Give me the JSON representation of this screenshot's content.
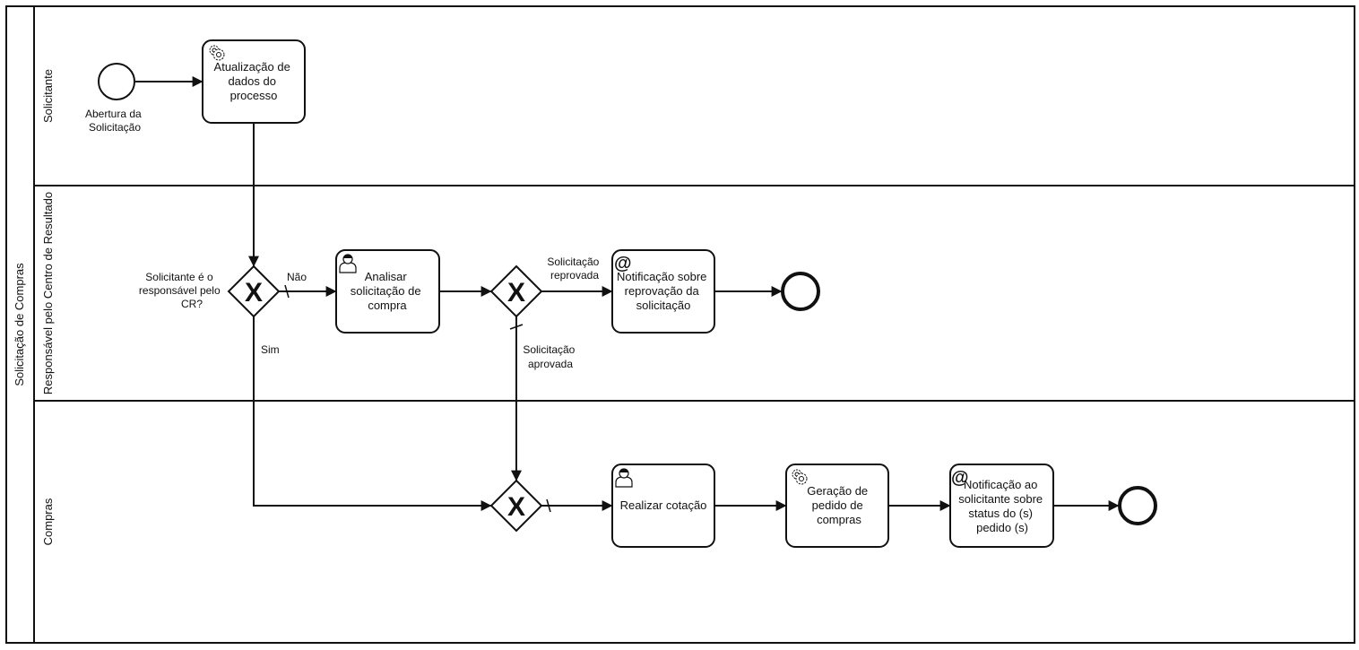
{
  "pool": {
    "name": "Solicitação de Compras"
  },
  "lanes": {
    "solicitante": "Solicitante",
    "responsavel": "Responsável pelo Centro de Resultado",
    "compras": "Compras"
  },
  "events": {
    "start": {
      "label_lines": [
        "Abertura da",
        "Solicitação"
      ]
    }
  },
  "tasks": {
    "atualizacao": {
      "type": "service",
      "lines": [
        "Atualização de",
        "dados do",
        "processo"
      ]
    },
    "analisar": {
      "type": "user",
      "lines": [
        "Analisar",
        "solicitação de",
        "compra"
      ]
    },
    "notif_reprov": {
      "type": "send",
      "lines": [
        "Notificação sobre",
        "reprovação da",
        "solicitação"
      ]
    },
    "cotacao": {
      "type": "user",
      "lines": [
        "Realizar cotação"
      ]
    },
    "geracao": {
      "type": "service",
      "lines": [
        "Geração de",
        "pedido de",
        "compras"
      ]
    },
    "notif_status": {
      "type": "send",
      "lines": [
        "Notificação ao",
        "solicitante sobre",
        "status do (s)",
        "pedido (s)"
      ]
    }
  },
  "gateways": {
    "g1": {
      "marker": "X",
      "question_lines": [
        "Solicitante é o",
        "responsável pelo",
        "CR?"
      ]
    },
    "g2": {
      "marker": "X"
    },
    "g3": {
      "marker": "X"
    }
  },
  "flow_labels": {
    "nao": "Não",
    "sim": "Sim",
    "reprovada_lines": [
      "Solicitação",
      "reprovada"
    ],
    "aprovada_lines": [
      "Solicitação",
      "aprovada"
    ]
  },
  "colors": {
    "stroke": "#111111",
    "fill": "#ffffff",
    "text": "#111111"
  }
}
